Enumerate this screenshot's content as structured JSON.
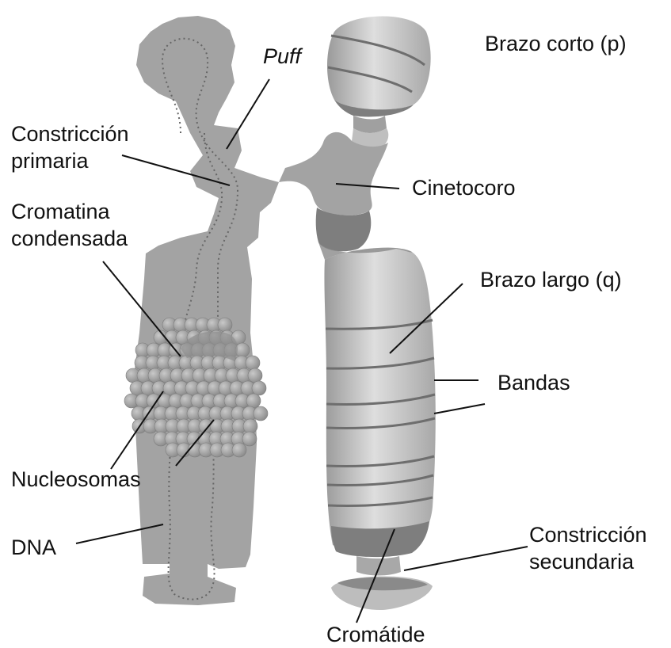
{
  "colors": {
    "chromatin": "#a3a3a3",
    "chromatin_dark": "#7a7a7a",
    "arm_light": "#d6d6d6",
    "arm_mid": "#b4b4b4",
    "arm_dark": "#7e7e7e",
    "band_line": "#6e6e6e",
    "nucleosome": "#9d9d9d",
    "label_text": "#111111"
  },
  "labels": {
    "puff": "Puff",
    "brazo_corto": "Brazo corto (p)",
    "constriccion_primaria_1": "Constricción",
    "constriccion_primaria_2": "primaria",
    "cinetocoro": "Cinetocoro",
    "cromatina_condensada_1": "Cromatina",
    "cromatina_condensada_2": "condensada",
    "brazo_largo": "Brazo largo (q)",
    "bandas": "Bandas",
    "nucleosomas": "Nucleosomas",
    "dna": "DNA",
    "constriccion_secundaria_1": "Constricción",
    "constriccion_secundaria_2": "secundaria",
    "cromatide": "Cromátide"
  }
}
